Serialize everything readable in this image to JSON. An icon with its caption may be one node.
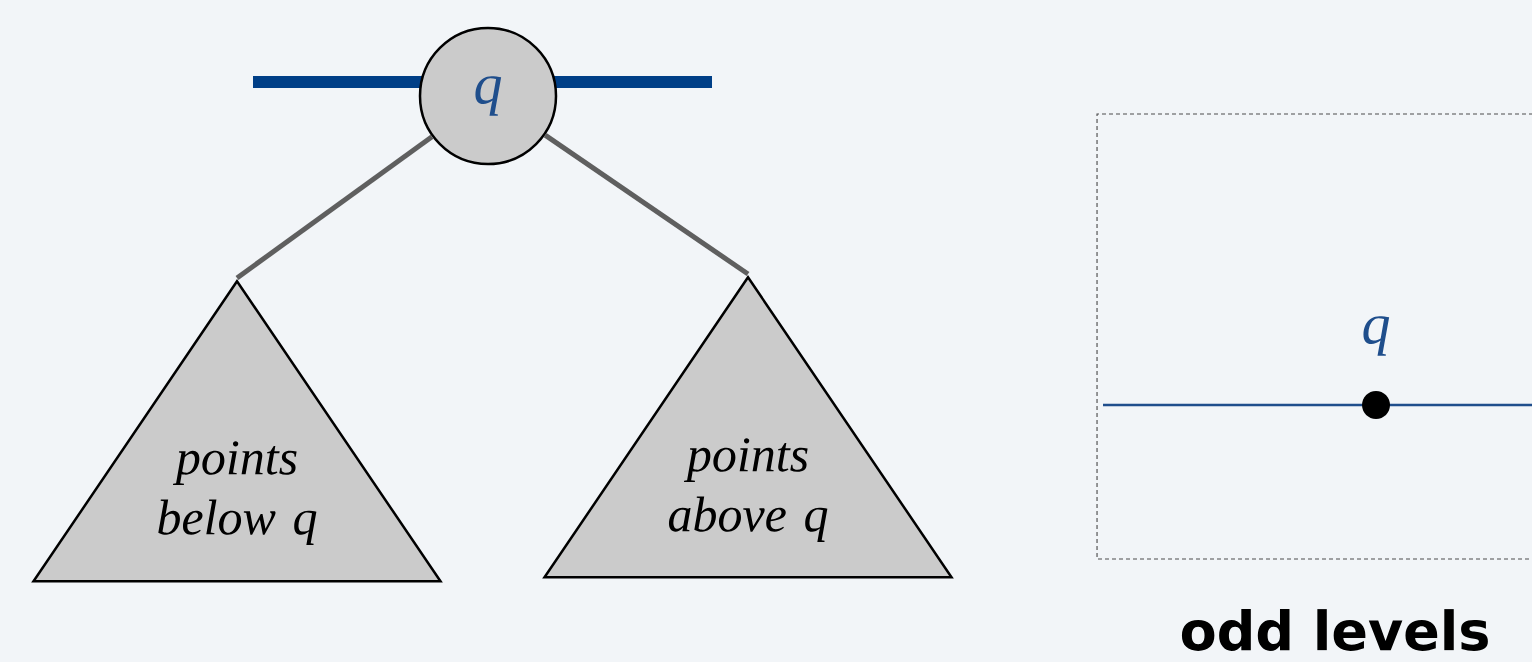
{
  "diagram": {
    "nodes": [
      {
        "text": [
          "*q*"
        ]
      },
      {
        "text": [
          "points below q"
        ]
      },
      {
        "text": [
          "points above q"
        ]
      }
    ],
    "edges": [
      {
        "from": 0,
        "to": 1,
        "arrow": "none"
      },
      {
        "from": 0,
        "to": 2,
        "arrow": "none"
      }
    ],
    "labels": [
      "q",
      "odd levels"
    ]
  }
}
